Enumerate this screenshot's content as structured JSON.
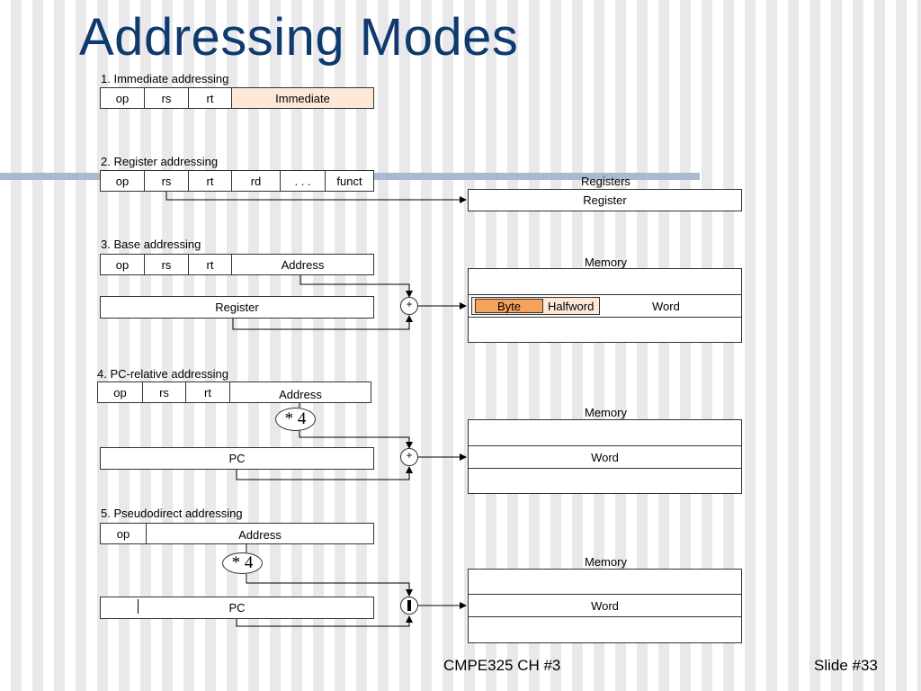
{
  "title": "Addressing Modes",
  "modes": [
    {
      "heading": "1. Immediate addressing",
      "fields": [
        "op",
        "rs",
        "rt",
        "Immediate"
      ]
    },
    {
      "heading": "2. Register addressing",
      "fields": [
        "op",
        "rs",
        "rt",
        "rd",
        ". . .",
        "funct"
      ],
      "target_title": "Registers",
      "target_cell": "Register"
    },
    {
      "heading": "3. Base addressing",
      "fields": [
        "op",
        "rs",
        "rt",
        "Address"
      ],
      "register_box": "Register",
      "adder": "+",
      "target_title": "Memory",
      "cells": [
        "Byte",
        "Halfword",
        "Word"
      ]
    },
    {
      "heading": "4. PC-relative addressing",
      "fields": [
        "op",
        "rs",
        "rt",
        "Address"
      ],
      "multiplier": "* 4",
      "pc_box": "PC",
      "adder": "+",
      "target_title": "Memory",
      "target_cell": "Word"
    },
    {
      "heading": "5. Pseudodirect addressing",
      "fields": [
        "op",
        "Address"
      ],
      "multiplier": "* 4",
      "pc_box": "PC",
      "target_title": "Memory",
      "target_cell": "Word"
    }
  ],
  "footer": {
    "course": "CMPE325 CH #3",
    "slide": "Slide #33"
  }
}
